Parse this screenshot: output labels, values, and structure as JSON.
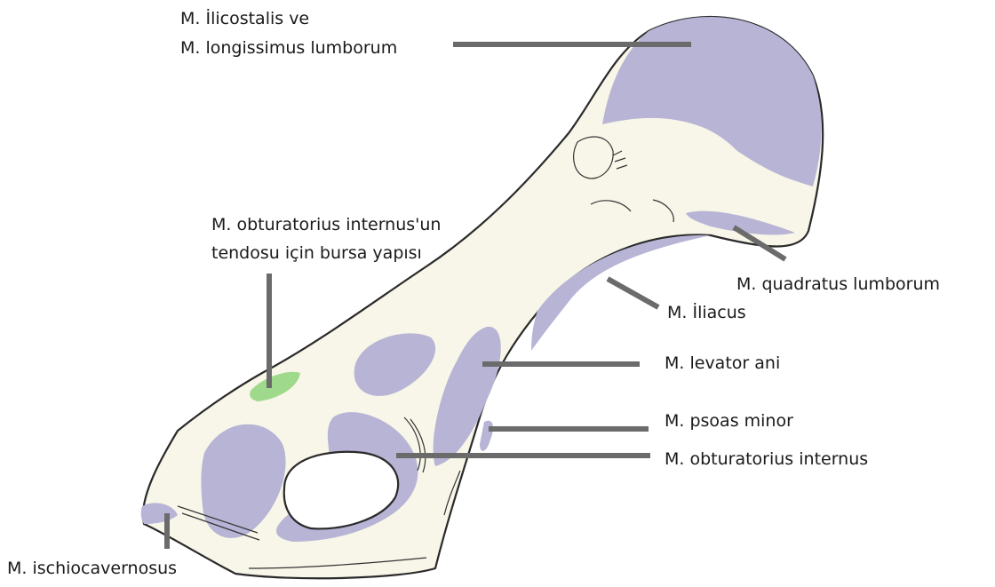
{
  "colors": {
    "muscle": "#b7b4d6",
    "bursa": "#9fd98c",
    "bone": "#f8f6e8",
    "leader": "#6b6b6b"
  },
  "labels": {
    "iliocostalis_line1": "M. İlicostalis ve",
    "iliocostalis_line2": "M. longissimus lumborum",
    "bursa_line1": "M. obturatorius internus'un",
    "bursa_line2": "tendosu için bursa yapısı",
    "quadratus": "M. quadratus lumborum",
    "iliacus": "M. İliacus",
    "levator": "M. levator ani",
    "psoas": "M. psoas minor",
    "obturatorius": "M. obturatorius internus",
    "ischiocavernosus": "M. ischiocavernosus"
  }
}
